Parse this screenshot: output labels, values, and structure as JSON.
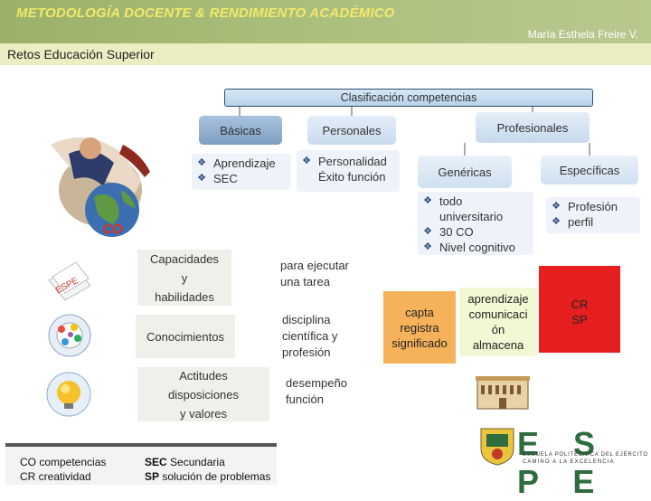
{
  "header": {
    "title": "METODOLOGÍA DOCENTE & RENDIMIENTO ACADÉMICO",
    "author": "María Esthela Freire V."
  },
  "subtitle": "Retos Educación Superior",
  "diagram": {
    "root": "Clasificación competencias",
    "basicas": {
      "label": "Básicas",
      "items": [
        "Aprendizaje",
        "SEC"
      ]
    },
    "personales": {
      "label": "Personales",
      "items": [
        "Personalidad",
        "Éxito función"
      ]
    },
    "profesionales": {
      "label": "Profesionales",
      "genericas": {
        "label": "Genéricas",
        "items": [
          "todo",
          "universitario",
          "30 CO",
          "Nivel cognitivo"
        ]
      },
      "especificas": {
        "label": "Específicas",
        "items": [
          "Profesión",
          "perfil"
        ]
      }
    },
    "co_label": "CO",
    "rows": [
      {
        "lines": [
          "Capacidades",
          "y",
          "habilidades"
        ],
        "desc": [
          "para ejecutar",
          "una tarea"
        ]
      },
      {
        "lines": [
          "Conocimientos"
        ],
        "desc": [
          "disciplina",
          "científica y",
          "profesión"
        ]
      },
      {
        "lines": [
          "Actitudes",
          "disposiciones",
          "y valores"
        ],
        "desc": [
          "desempeño",
          "función"
        ]
      }
    ],
    "capta": [
      "capta",
      "registra",
      "significado"
    ],
    "aprendizaje": [
      "aprendizaje",
      "comunicaci",
      "ón",
      "almacena"
    ],
    "cr_sp": [
      "CR",
      "SP"
    ]
  },
  "legend": {
    "col1": [
      "CO competencias",
      "CR creatividad"
    ],
    "col2_bold": [
      "SEC",
      "SP"
    ],
    "col2_text": [
      "Secundaria",
      "solución de problemas"
    ]
  },
  "logo": {
    "name": "E S P E",
    "line1": "ESCUELA POLITÉCNICA DEL EJÉRCITO",
    "line2": "CAMINO A LA EXCELENCIA"
  },
  "colors": {
    "header": "#a9bd7a",
    "title": "#f2e96a",
    "capta_box": "#f6b25a",
    "cr_sp_box": "#e51f1f",
    "espe_green": "#2e6e3e"
  }
}
